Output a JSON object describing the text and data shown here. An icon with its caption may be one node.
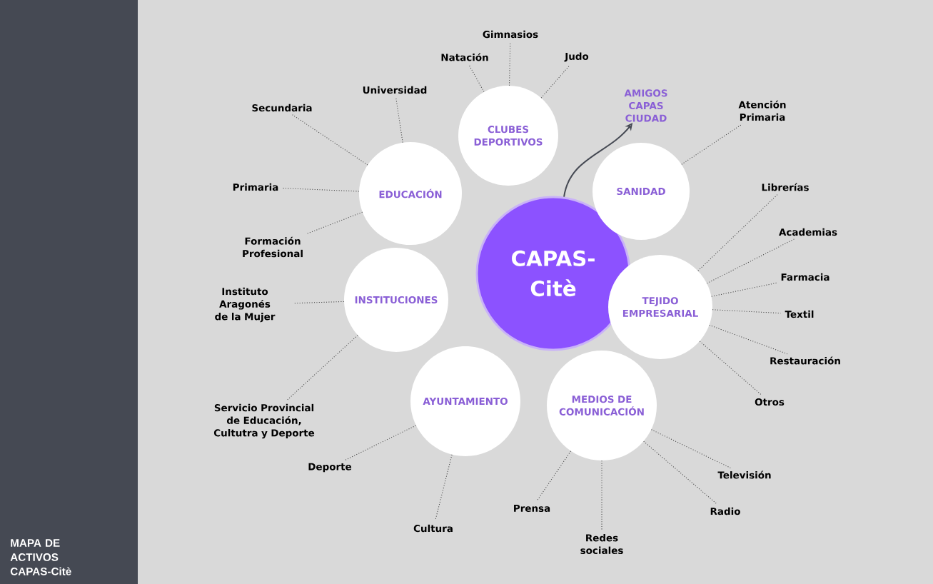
{
  "diagram": {
    "nodes": [
      {
        "text": [
          "CAPAS- Citè"
        ]
      },
      {
        "text": [
          "CLUBES DEPORTIVOS"
        ]
      },
      {
        "text": [
          "EDUCACIÓN"
        ]
      },
      {
        "text": [
          "SANIDAD"
        ]
      },
      {
        "text": [
          "INSTITUCIONES"
        ]
      },
      {
        "text": [
          "TEJIDO EMPRESARIAL"
        ]
      },
      {
        "text": [
          "AYUNTAMIENTO"
        ]
      },
      {
        "text": [
          "MEDIOS DE COMUNICACIÓN"
        ]
      },
      {
        "text": [
          "AMIGOS CAPAS CIUDAD"
        ]
      },
      {
        "text": [
          "Gimnasios"
        ]
      },
      {
        "text": [
          "Natación"
        ]
      },
      {
        "text": [
          "Judo"
        ]
      },
      {
        "text": [
          "Universidad"
        ]
      },
      {
        "text": [
          "Secundaria"
        ]
      },
      {
        "text": [
          "Primaria"
        ]
      },
      {
        "text": [
          "Formación Profesional"
        ]
      },
      {
        "text": [
          "Atención Primaria"
        ]
      },
      {
        "text": [
          "Librerías"
        ]
      },
      {
        "text": [
          "Academias"
        ]
      },
      {
        "text": [
          "Farmacia"
        ]
      },
      {
        "text": [
          "Textil"
        ]
      },
      {
        "text": [
          "Restauración"
        ]
      },
      {
        "text": [
          "Otros"
        ]
      },
      {
        "text": [
          "Instituto Aragonés de la Mujer"
        ]
      },
      {
        "text": [
          "Servicio Provincial de Educación, Cultutra y Deporte"
        ]
      },
      {
        "text": [
          "Deporte"
        ]
      },
      {
        "text": [
          "Cultura"
        ]
      },
      {
        "text": [
          "Prensa"
        ]
      },
      {
        "text": [
          "Redes sociales"
        ]
      },
      {
        "text": [
          "Radio"
        ]
      },
      {
        "text": [
          "Televisión"
        ]
      }
    ],
    "edges": [
      {
        "from": 0,
        "to": 8,
        "arrow": "to"
      },
      {
        "from": 1,
        "to": 9,
        "arrow": "none",
        "style": "dashed"
      },
      {
        "from": 1,
        "to": 10,
        "arrow": "none",
        "style": "dashed"
      },
      {
        "from": 1,
        "to": 11,
        "arrow": "none",
        "style": "dashed"
      },
      {
        "from": 2,
        "to": 12,
        "arrow": "none",
        "style": "dashed"
      },
      {
        "from": 2,
        "to": 13,
        "arrow": "none",
        "style": "dashed"
      },
      {
        "from": 2,
        "to": 14,
        "arrow": "none",
        "style": "dashed"
      },
      {
        "from": 2,
        "to": 15,
        "arrow": "none",
        "style": "dashed"
      },
      {
        "from": 3,
        "to": 16,
        "arrow": "none",
        "style": "dashed"
      },
      {
        "from": 5,
        "to": 17,
        "arrow": "none",
        "style": "dashed"
      },
      {
        "from": 5,
        "to": 18,
        "arrow": "none",
        "style": "dashed"
      },
      {
        "from": 5,
        "to": 19,
        "arrow": "none",
        "style": "dashed"
      },
      {
        "from": 5,
        "to": 20,
        "arrow": "none",
        "style": "dashed"
      },
      {
        "from": 5,
        "to": 21,
        "arrow": "none",
        "style": "dashed"
      },
      {
        "from": 5,
        "to": 22,
        "arrow": "none",
        "style": "dashed"
      },
      {
        "from": 4,
        "to": 23,
        "arrow": "none",
        "style": "dashed"
      },
      {
        "from": 4,
        "to": 24,
        "arrow": "none",
        "style": "dashed"
      },
      {
        "from": 6,
        "to": 25,
        "arrow": "none",
        "style": "dashed"
      },
      {
        "from": 6,
        "to": 26,
        "arrow": "none",
        "style": "dashed"
      },
      {
        "from": 7,
        "to": 27,
        "arrow": "none",
        "style": "dashed"
      },
      {
        "from": 7,
        "to": 28,
        "arrow": "none",
        "style": "dashed"
      },
      {
        "from": 7,
        "to": 29,
        "arrow": "none",
        "style": "dashed"
      },
      {
        "from": 7,
        "to": 30,
        "arrow": "none",
        "style": "dashed"
      }
    ],
    "labels": [
      "MAPA DE ACTIVOS CAPAS-Citè"
    ]
  }
}
